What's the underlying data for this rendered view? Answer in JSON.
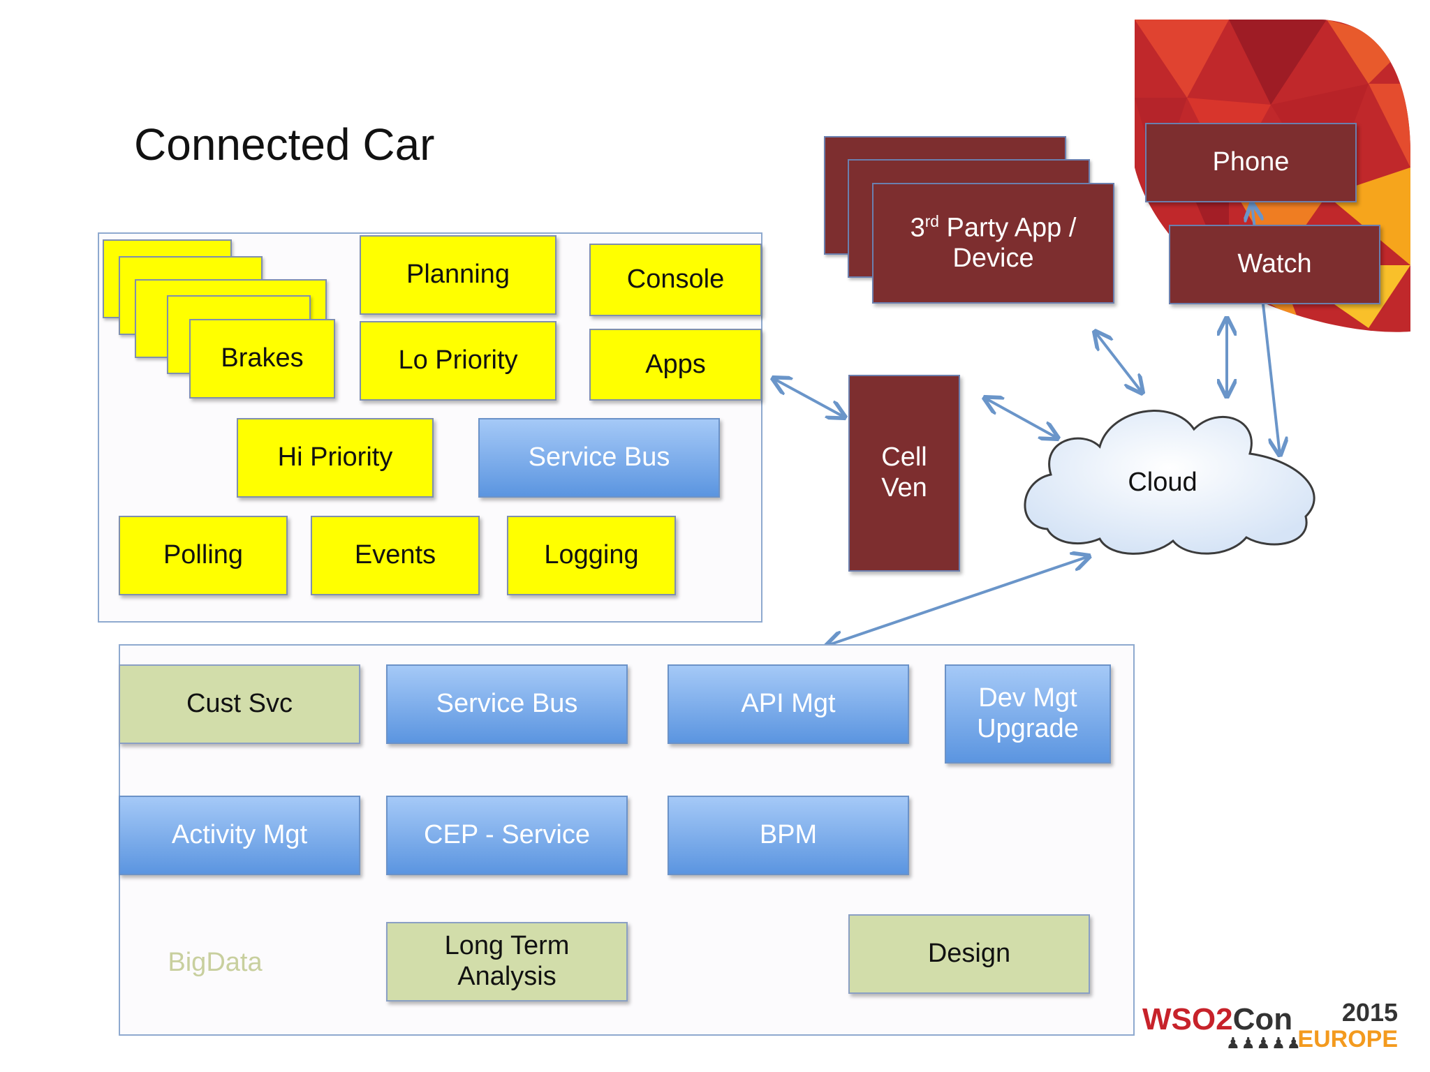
{
  "title": "Connected Car",
  "colors": {
    "yellow": "#ffff00",
    "blue_top": "#a5c9f7",
    "blue_bottom": "#5b95e0",
    "green": "#d2ddaa",
    "maroon": "#7d2e2f",
    "arrow": "#6a95c9",
    "group_border": "#8ea9cf"
  },
  "car": {
    "brakes": "Brakes",
    "planning": "Planning",
    "console": "Console",
    "lo_priority": "Lo Priority",
    "apps": "Apps",
    "hi_priority": "Hi Priority",
    "service_bus": "Service Bus",
    "polling": "Polling",
    "events": "Events",
    "logging": "Logging"
  },
  "external": {
    "third_party_pre": "3",
    "third_party_sup": "rd",
    "third_party_post": " Party App /",
    "third_party_line2": "Device",
    "phone": "Phone",
    "watch": "Watch",
    "cell_line1": "Cell",
    "cell_line2": "Ven",
    "cloud": "Cloud"
  },
  "backend": {
    "cust_svc": "Cust Svc",
    "service_bus": "Service Bus",
    "api_mgt": "API Mgt",
    "dev_mgt_line1": "Dev Mgt",
    "dev_mgt_line2": "Upgrade",
    "activity_mgt": "Activity Mgt",
    "cep_service": "CEP - Service",
    "bpm": "BPM",
    "bigdata": "BigData",
    "long_term_line1": "Long Term",
    "long_term_line2": "Analysis",
    "design": "Design"
  },
  "logo": {
    "wso": "WSO2",
    "con": "Con",
    "year": "2015",
    "region": "EUROPE"
  }
}
